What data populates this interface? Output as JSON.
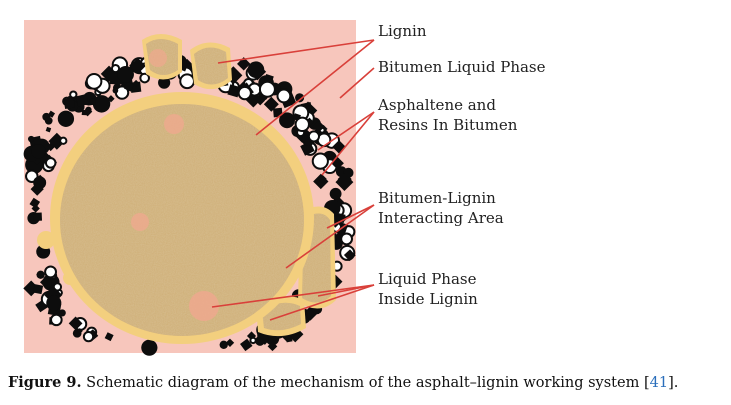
{
  "labels": {
    "lignin": "Lignin",
    "bitumen_liquid_phase": "Bitumen Liquid Phase",
    "asphaltene_line1": "Asphaltene and",
    "asphaltene_line2": "Resins In Bitumen",
    "interacting_line1": "Bitumen-Lignin",
    "interacting_line2": "Interacting Area",
    "liquid_line1": "Liquid Phase",
    "liquid_line2": "Inside Lignin"
  },
  "caption": {
    "figure_label": "Figure 9.",
    "text": " Schematic diagram of the mechanism of the asphalt–lignin working system [",
    "ref": "41",
    "end": "]."
  },
  "colors": {
    "background_pink": "#f7c6bc",
    "lignin_tan": "#cfae74",
    "lignin_border": "#f3cf7e",
    "particle_black": "#0d0d0d",
    "leader_red": "#d9403a",
    "spot_pink": "#f0a88f"
  }
}
